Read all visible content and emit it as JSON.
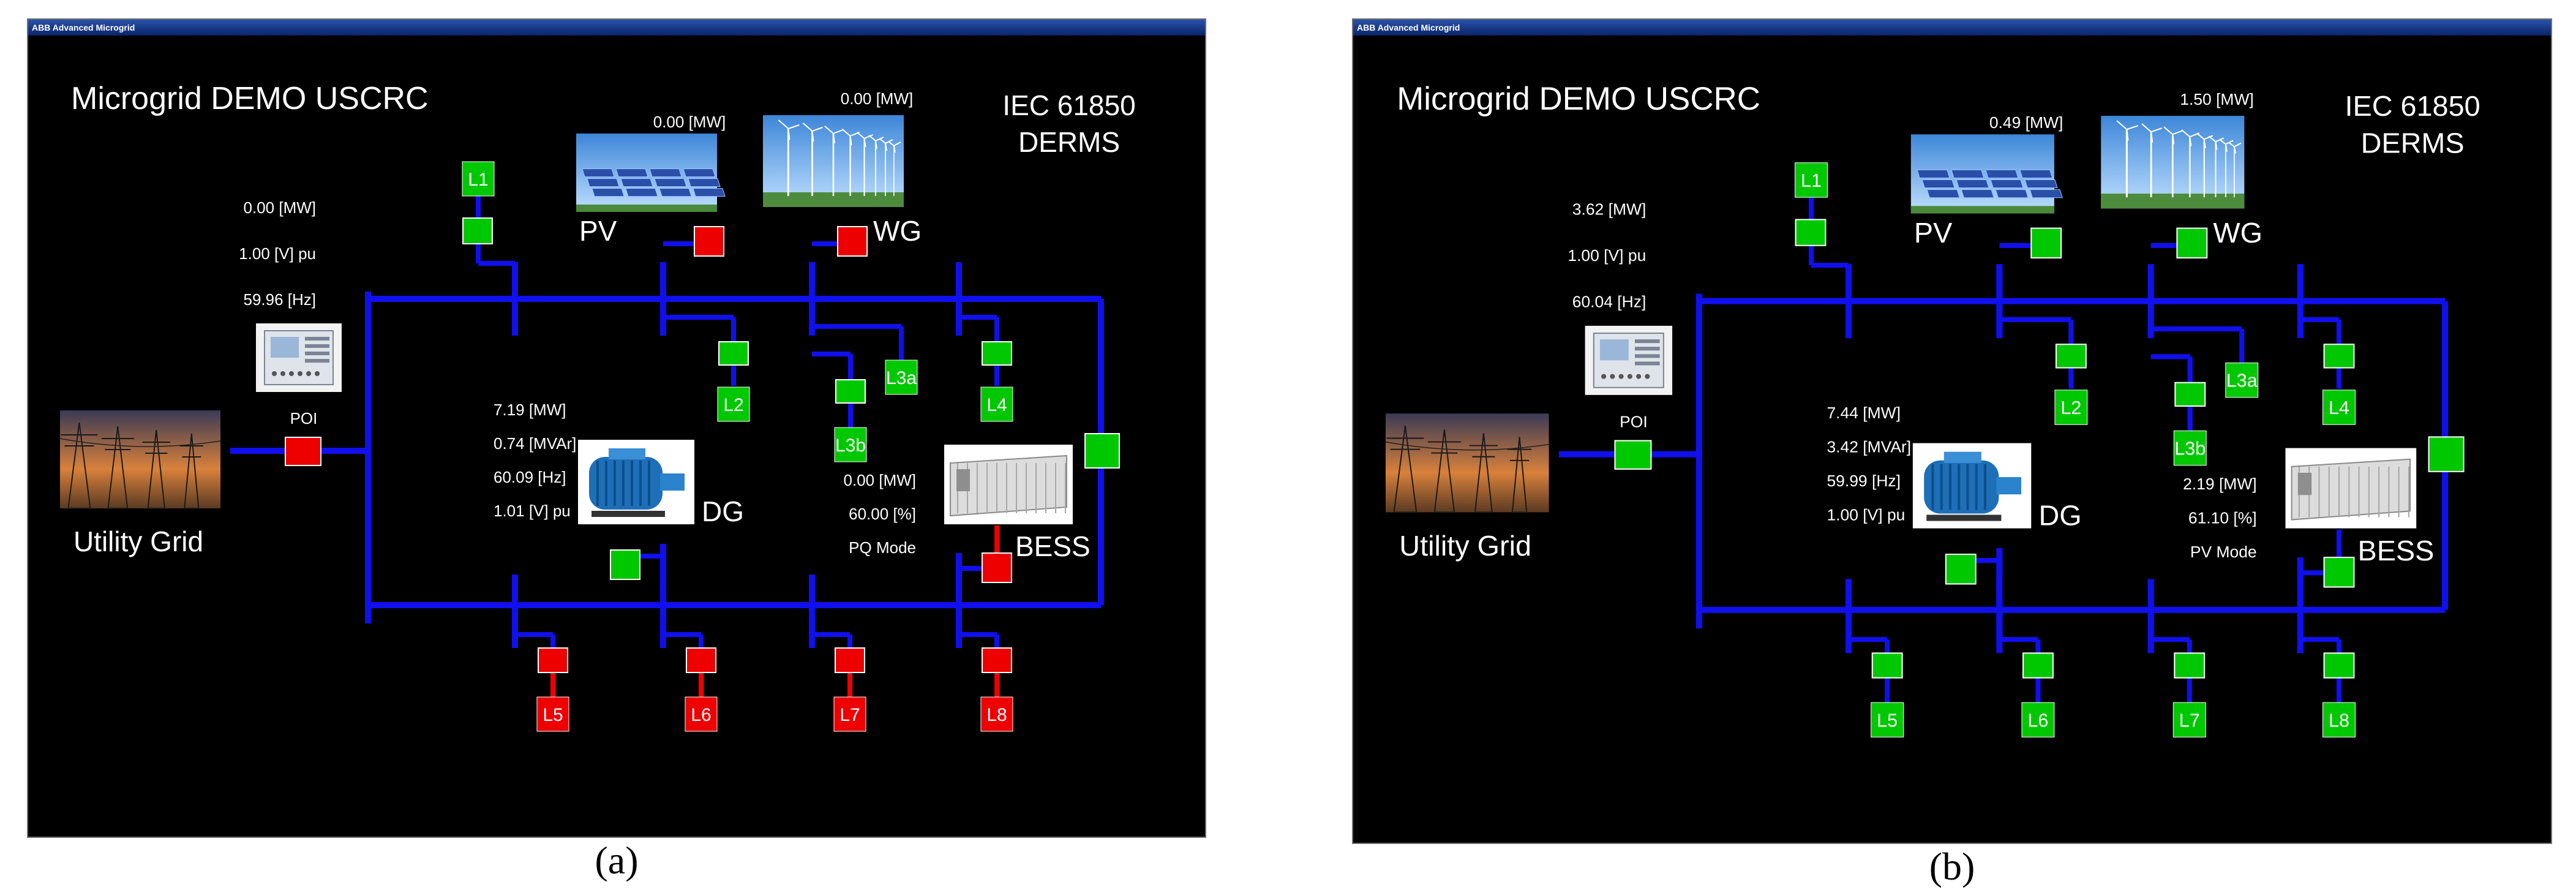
{
  "panels": [
    {
      "caption": "(a)",
      "window_title": "ABB Advanced Microgrid",
      "title": "Microgrid DEMO USCRC",
      "standard": {
        "line1": "IEC 61850",
        "line2": "DERMS"
      },
      "labels": {
        "utility": "Utility Grid",
        "poi": "POI",
        "pv": "PV",
        "wg": "WG",
        "dg": "DG",
        "bess": "BESS"
      },
      "poi_readings": [
        "0.00  [MW]",
        "1.00  [V] pu",
        "59.96  [Hz]"
      ],
      "pv_reading": "0.00  [MW]",
      "wg_reading": "0.00  [MW]",
      "dg_readings": [
        "7.19  [MW]",
        "0.74  [MVAr]",
        "60.09  [Hz]",
        "1.01  [V] pu"
      ],
      "bess_readings": [
        "0.00  [MW]",
        "60.00  [%]",
        "PQ  Mode"
      ],
      "loads": {
        "l1": "L1",
        "l2": "L2",
        "l3a": "L3a",
        "l3b": "L3b",
        "l4": "L4",
        "l5": "L5",
        "l6": "L6",
        "l7": "L7",
        "l8": "L8"
      },
      "breaker_states": {
        "poi": "open",
        "pv": "open",
        "wg": "open",
        "dg": "closed",
        "bess": "open",
        "ring": "closed",
        "l1": "closed",
        "l2": "closed",
        "l3a": "closed",
        "l3b": "closed",
        "l4": "closed",
        "l5": "open",
        "l6": "open",
        "l7": "open",
        "l8": "open"
      }
    },
    {
      "caption": "(b)",
      "window_title": "ABB Advanced Microgrid",
      "title": "Microgrid DEMO USCRC",
      "standard": {
        "line1": "IEC 61850",
        "line2": "DERMS"
      },
      "labels": {
        "utility": "Utility Grid",
        "poi": "POI",
        "pv": "PV",
        "wg": "WG",
        "dg": "DG",
        "bess": "BESS"
      },
      "poi_readings": [
        "3.62  [MW]",
        "1.00  [V] pu",
        "60.04  [Hz]"
      ],
      "pv_reading": "0.49  [MW]",
      "wg_reading": "1.50  [MW]",
      "dg_readings": [
        "7.44  [MW]",
        "3.42  [MVAr]",
        "59.99  [Hz]",
        "1.00  [V] pu"
      ],
      "bess_readings": [
        "2.19  [MW]",
        "61.10  [%]",
        "PV  Mode"
      ],
      "loads": {
        "l1": "L1",
        "l2": "L2",
        "l3a": "L3a",
        "l3b": "L3b",
        "l4": "L4",
        "l5": "L5",
        "l6": "L6",
        "l7": "L7",
        "l8": "L8"
      },
      "breaker_states": {
        "poi": "closed",
        "pv": "closed",
        "wg": "closed",
        "dg": "closed",
        "bess": "closed",
        "ring": "closed",
        "l1": "closed",
        "l2": "closed",
        "l3a": "closed",
        "l3b": "closed",
        "l4": "closed",
        "l5": "closed",
        "l6": "closed",
        "l7": "closed",
        "l8": "closed"
      }
    }
  ],
  "colors": {
    "bus": "#1010ee",
    "closed": "#00c800",
    "open": "#ee0000",
    "background": "#000000"
  },
  "icons": {
    "utility": "transmission-tower-icon",
    "pv": "solar-panel-icon",
    "wg": "wind-turbine-icon",
    "dg": "diesel-generator-icon",
    "bess": "battery-container-icon",
    "relay": "protection-relay-icon"
  }
}
